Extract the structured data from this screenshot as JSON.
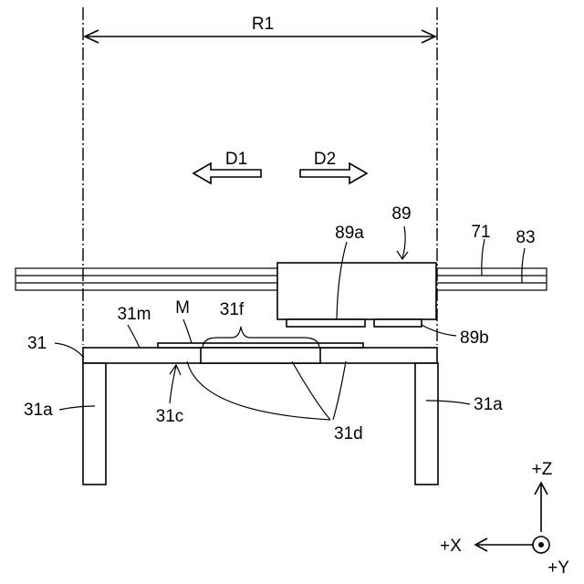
{
  "labels": {
    "r1": "R1",
    "d1": "D1",
    "d2": "D2",
    "l89": "89",
    "l89a": "89a",
    "l89b": "89b",
    "l71": "71",
    "l83": "83",
    "l31": "31",
    "l31m": "31m",
    "lM": "M",
    "l31f": "31f",
    "l31a_left": "31a",
    "l31a_right": "31a",
    "l31c": "31c",
    "l31d": "31d",
    "axis_z": "+Z",
    "axis_x": "+X",
    "axis_y": "+Y"
  }
}
